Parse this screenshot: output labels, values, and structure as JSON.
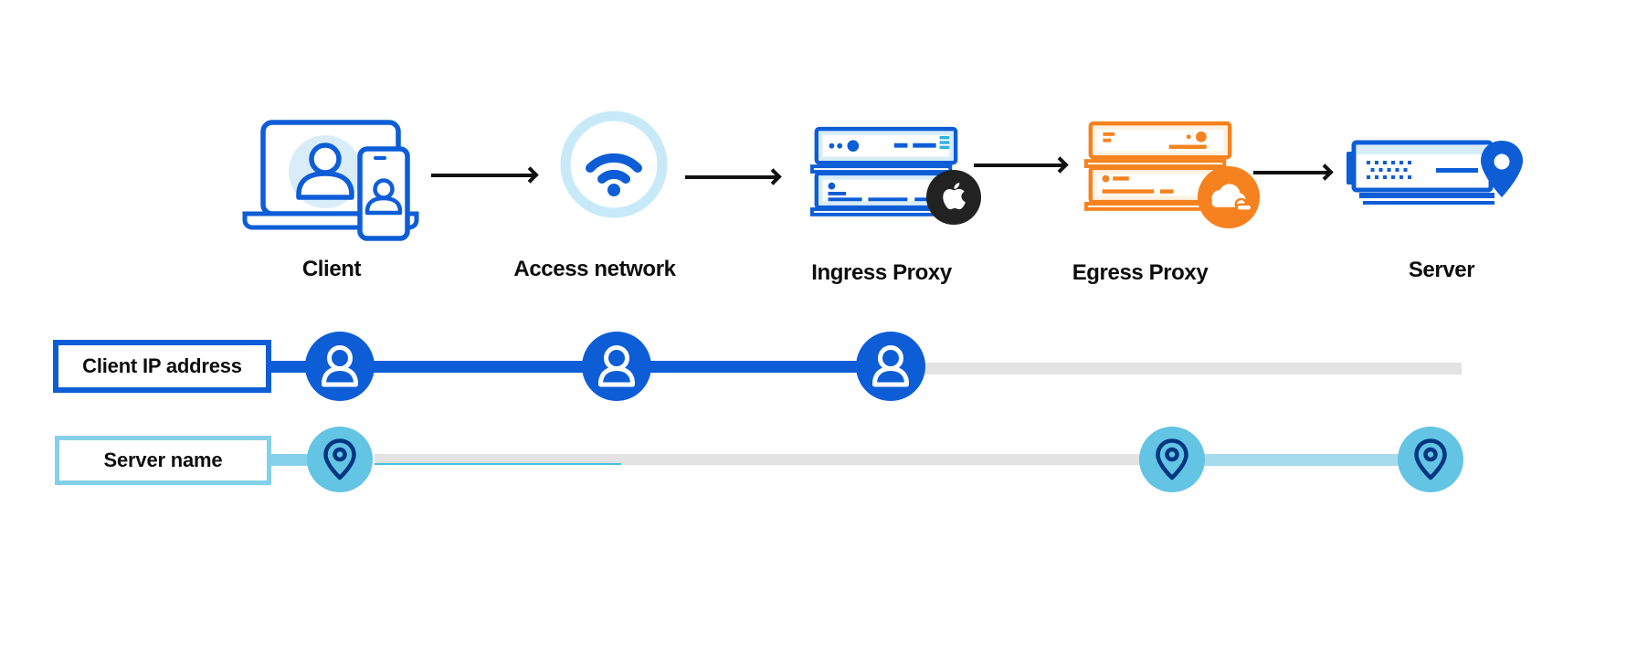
{
  "pipeline": {
    "nodes": [
      {
        "id": "client",
        "label": "Client",
        "icon": "laptop-user-icon"
      },
      {
        "id": "access-network",
        "label": "Access network",
        "icon": "wifi-icon"
      },
      {
        "id": "ingress-proxy",
        "label": "Ingress Proxy",
        "icon": "server-stack-icon",
        "badge": "apple-logo-icon"
      },
      {
        "id": "egress-proxy",
        "label": "Egress Proxy",
        "icon": "server-stack-icon",
        "badge": "cloudflare-logo-icon"
      },
      {
        "id": "server",
        "label": "Server",
        "icon": "server-location-icon"
      }
    ],
    "arrow_count": 4
  },
  "tracks": [
    {
      "id": "client-ip-address",
      "label": "Client IP address",
      "marker": "user-icon",
      "marker_columns": [
        "client",
        "access-network",
        "ingress-proxy"
      ],
      "active_color": "#0d5dd7",
      "inactive_color": "#e3e3e3"
    },
    {
      "id": "server-name",
      "label": "Server name",
      "marker": "location-pin-icon",
      "marker_columns": [
        "client",
        "egress-proxy",
        "server"
      ],
      "active_color": "#a6dbee",
      "inactive_color": "#e3e3e3"
    }
  ],
  "colors": {
    "blue": "#0d5dd7",
    "blueLight": "#d9edf8",
    "ring": "#c8eaf8",
    "teal": "#2cb3dd",
    "skyCircle": "#63c4e4",
    "skyBorder": "#84d0ea",
    "skyLine": "#a6dbee",
    "navy": "#003681",
    "gray": "#e3e3e3",
    "orange": "#f6821f",
    "orangeLight": "#fdf2e2",
    "arrowBlack": "#111111",
    "appleBlack": "#222222",
    "white": "#ffffff"
  }
}
